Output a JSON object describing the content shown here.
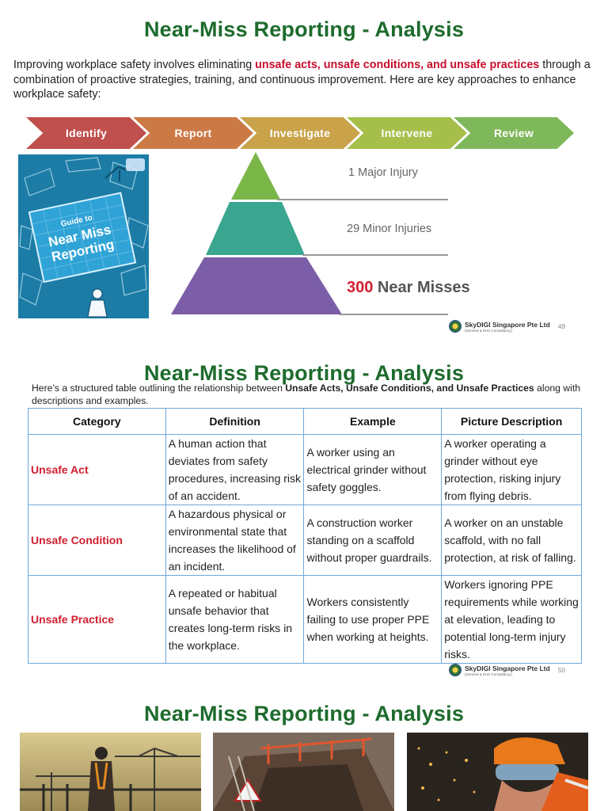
{
  "slide1": {
    "title": "Near-Miss Reporting - Analysis",
    "intro_before": "Improving workplace safety involves eliminating ",
    "intro_highlight": "unsafe acts, unsafe conditions, and unsafe practices",
    "intro_after": " through a combination of proactive strategies, training, and continuous improvement. Here are key approaches to enhance workplace safety:",
    "process_steps": [
      {
        "label": "Identify",
        "color": "#c0504d"
      },
      {
        "label": "Report",
        "color": "#cc7a45"
      },
      {
        "label": "Investigate",
        "color": "#c9a24a"
      },
      {
        "label": "Intervene",
        "color": "#a6bf4b"
      },
      {
        "label": "Review",
        "color": "#7fb85a"
      }
    ],
    "guide_text": [
      "Guide to",
      "Near Miss",
      "Reporting"
    ],
    "pyramid": {
      "colors": [
        "#7ab648",
        "#3aa68f",
        "#7b5ea7"
      ],
      "tier1": "1 Major Injury",
      "tier2": "29 Minor Injuries",
      "tier3_number": "300",
      "tier3_text": " Near Misses"
    },
    "footer": {
      "company": "SkyDIGI Singapore Pte Ltd",
      "tagline": "(General & EHS Consultancy)",
      "page": "49"
    }
  },
  "slide2": {
    "title": "Near-Miss Reporting - Analysis",
    "lead_before": "Here’s a structured table outlining the relationship between ",
    "lead_bold": "Unsafe Acts, Unsafe Conditions, and Unsafe Practices",
    "lead_after": " along with descriptions and examples.",
    "table": {
      "headers": [
        "Category",
        "Definition",
        "Example",
        "Picture Description"
      ],
      "rows": [
        {
          "category": "Unsafe Act",
          "definition": "A human action that deviates from safety procedures, increasing risk of an accident.",
          "example": "A worker using an electrical grinder without safety goggles.",
          "picture": "A worker operating a grinder without eye protection, risking injury from flying debris."
        },
        {
          "category": "Unsafe Condition",
          "definition": "A hazardous physical or environmental state that increases the likelihood of an incident.",
          "example": "A construction worker standing on a scaffold without proper guardrails.",
          "picture": "A worker on an unstable scaffold, with no fall protection, at risk of falling."
        },
        {
          "category": "Unsafe Practice",
          "definition": "A repeated or habitual unsafe behavior that creates long-term risks in the workplace.",
          "example": "Workers consistently failing to use proper PPE when working at heights.",
          "picture": "Workers ignoring PPE requirements while working at elevation, leading to potential long-term injury risks."
        }
      ]
    },
    "footer": {
      "company": "SkyDIGI Singapore Pte Ltd",
      "tagline": "(General & EHS Consultancy)",
      "page": "50"
    }
  },
  "slide3": {
    "title": "Near-Miss Reporting - Analysis"
  }
}
